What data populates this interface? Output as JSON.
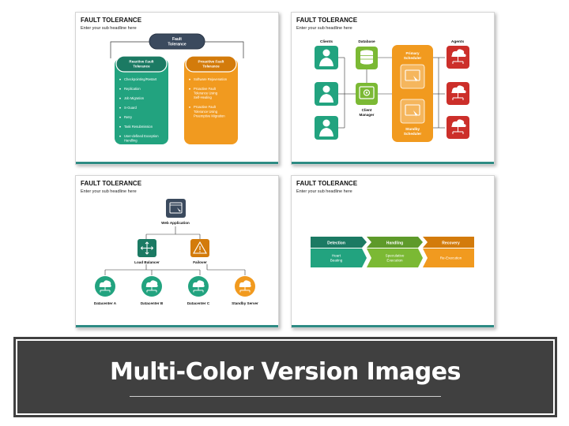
{
  "slide_title": "FAULT TOLERANCE",
  "slide_subtitle": "Enter your sub headline here",
  "slide1": {
    "root": "Fault Tolerance",
    "reactive": {
      "title": "Reactive Fault Tolerance",
      "items": [
        "Checkpointing/Restart",
        "Replication",
        "Job Migration",
        "S-Guard",
        "Retry",
        "Task Resubmission",
        "User-defined Exception Handling"
      ]
    },
    "proactive": {
      "title": "Proactive Fault Tolerance",
      "items": [
        "Software Rejuvenation",
        "Proactive Fault Tolerance Using Self-Healing",
        "Proactive Fault Tolerance Using Preemptive Migration"
      ]
    }
  },
  "slide2": {
    "col_clients": "Clients",
    "col_database": "Database",
    "client_manager": "Client Manager",
    "primary_scheduler": "Primary Scheduler",
    "standby_scheduler": "Standby Scheduler",
    "col_agents": "Agents"
  },
  "slide3": {
    "web_app": "Web Application",
    "load_balancer": "Load Balancer",
    "failover": "Failover",
    "datacenters": [
      "Datacenter A",
      "Datacenter B",
      "Datacenter C"
    ],
    "standby_server": "Standby Server"
  },
  "slide4": {
    "stages": [
      {
        "head": "Detection",
        "body": "Heart Beating"
      },
      {
        "head": "Handling",
        "body": "Speculative Execution"
      },
      {
        "head": "Recovery",
        "body": "Re-Execution"
      }
    ]
  },
  "banner_title": "Multi-Color Version Images",
  "colors": {
    "teal": "#22a37f",
    "teal_dark": "#1b7a63",
    "green": "#7bb934",
    "orange": "#f19a1f",
    "orange_dark": "#d37b0b",
    "red": "#cc2f2a",
    "navy": "#3b4a5e",
    "banner": "#404040"
  }
}
